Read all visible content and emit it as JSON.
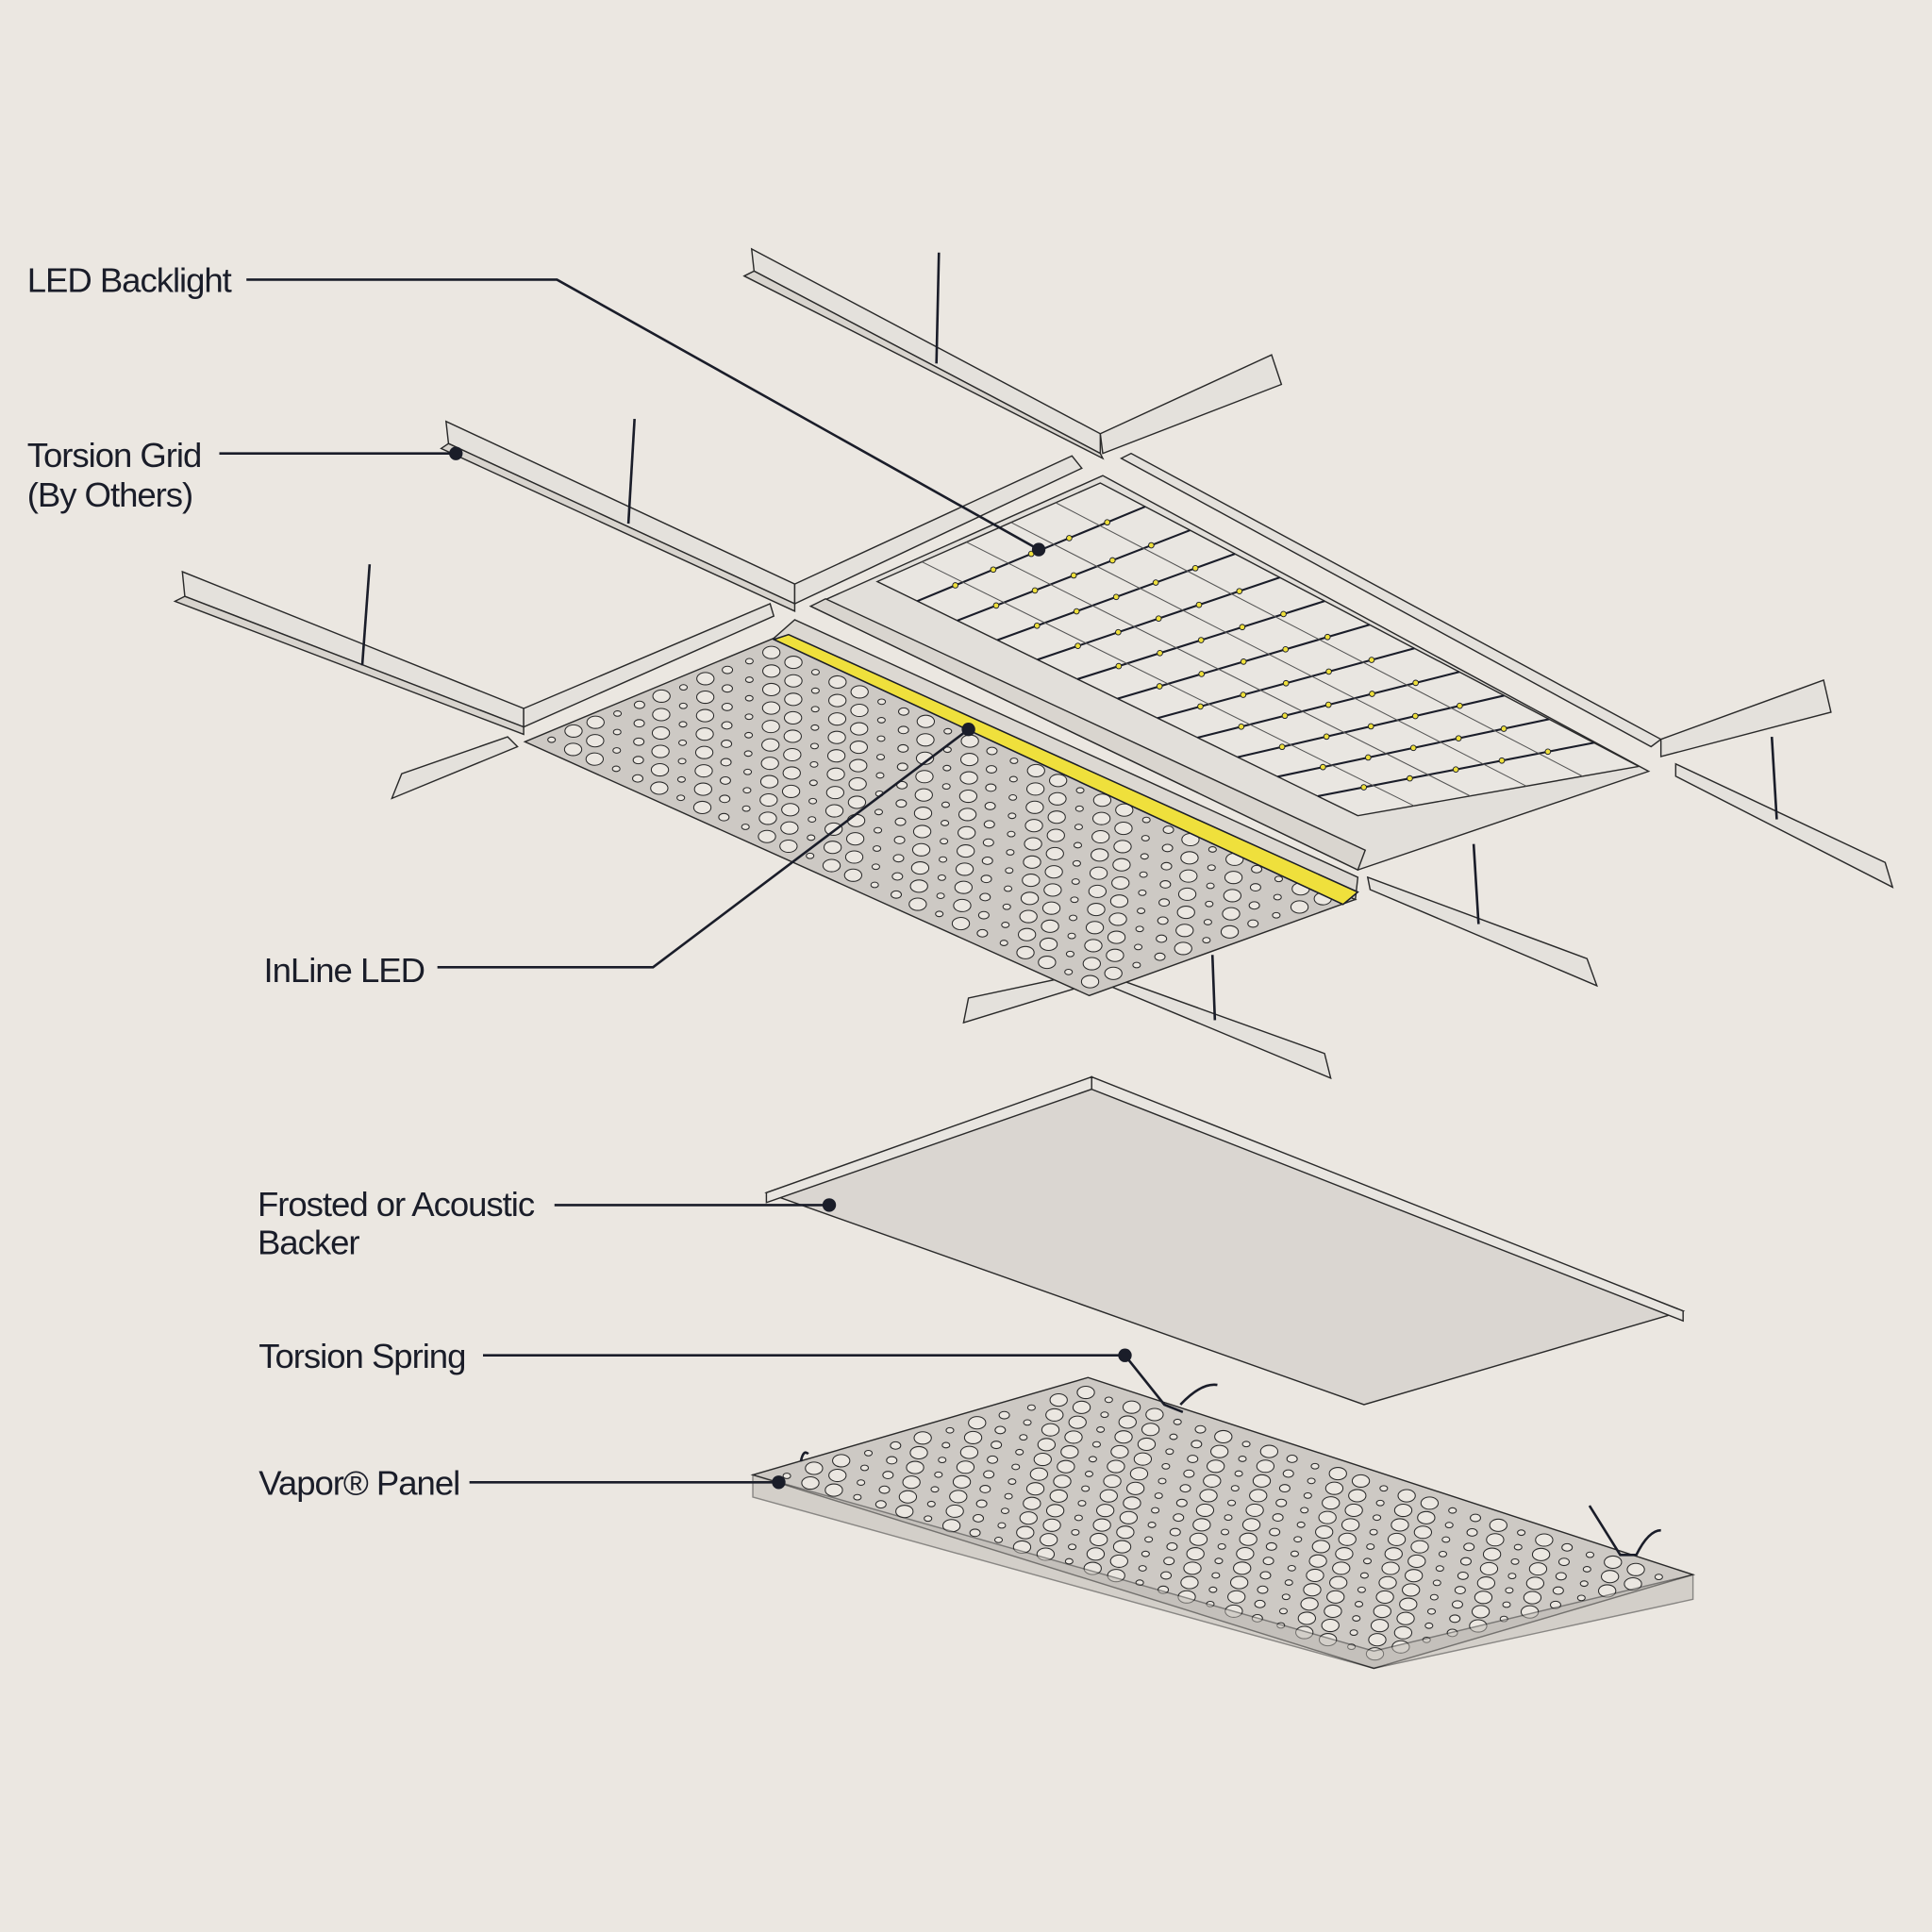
{
  "labels": {
    "led_backlight": "LED Backlight",
    "torsion_grid_line1": "Torsion Grid",
    "torsion_grid_line2": "(By Others)",
    "inline_led": "InLine LED",
    "backer_line1": "Frosted or Acoustic",
    "backer_line2": "Backer",
    "torsion_spring": "Torsion Spring",
    "vapor_panel": "Vapor® Panel"
  },
  "colors": {
    "background": "#ebe7e1",
    "ink": "#1a1d29",
    "led_yellow": "#efe03c",
    "panel_gray": "#cdc9c4",
    "component_light": "#e4e1dc"
  }
}
